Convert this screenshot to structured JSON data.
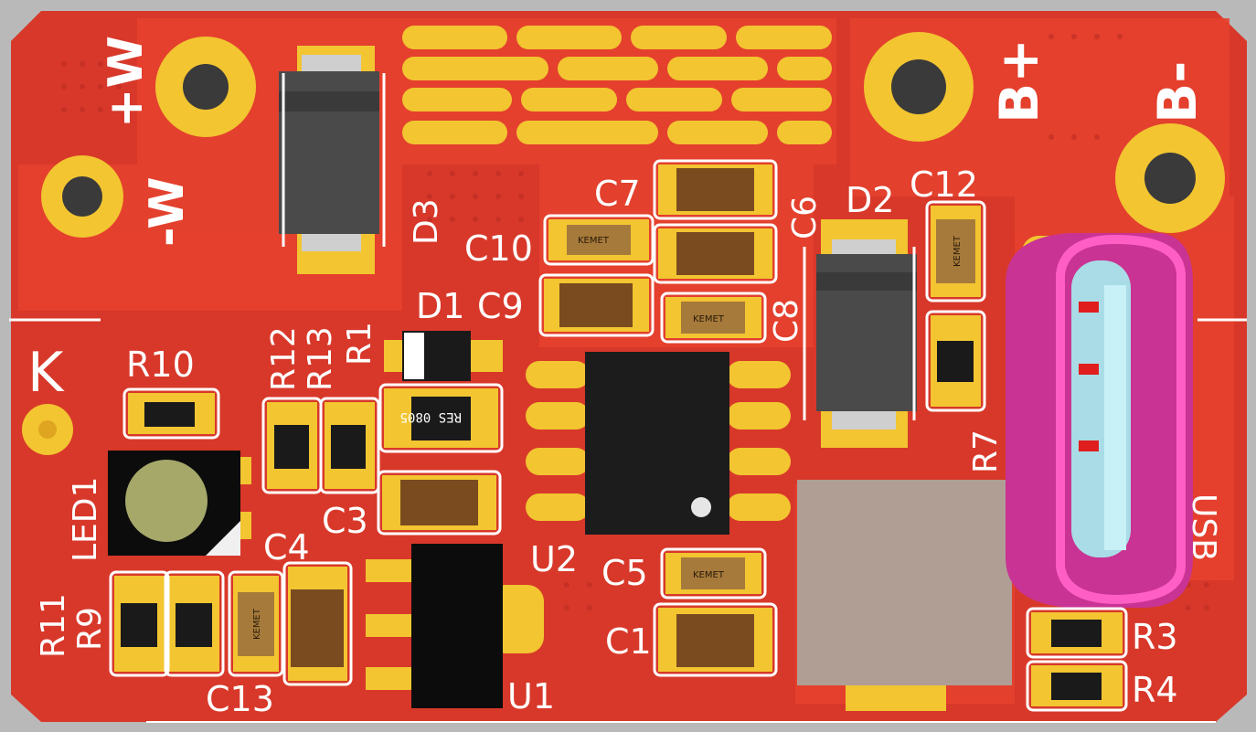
{
  "board": {
    "colors": {
      "board": "#d8382a",
      "copper": "#e9432f",
      "pad": "#f2c531",
      "silk": "#ffffff",
      "ic_body": "#1c1c1c",
      "cap_body": "#7a4b1e",
      "usb_shell": "#d63da4",
      "usb_tongue": "#a9dce6",
      "inductor": "#b09e95"
    },
    "labels": {
      "w_plus": "+W",
      "w_minus": "-W",
      "b_plus": "B+",
      "b_minus": "B-",
      "k": "K",
      "d3": "D3",
      "d2": "D2",
      "d1": "D1",
      "c7": "C7",
      "c6": "C6",
      "c12": "C12",
      "c10": "C10",
      "c9": "C9",
      "c8": "C8",
      "r10": "R10",
      "r12": "R12",
      "r13": "R13",
      "r1": "R1",
      "r7": "R7",
      "c3": "C3",
      "c4": "C4",
      "c5": "C5",
      "c1": "C1",
      "c13": "C13",
      "u1": "U1",
      "u2": "U2",
      "r3": "R3",
      "r4": "R4",
      "r11": "R11",
      "r9": "R9",
      "led1": "LED1",
      "usb": "USB"
    },
    "part_marks": {
      "res_marking": "RES 0805",
      "cap_brand": "KEMET"
    }
  }
}
